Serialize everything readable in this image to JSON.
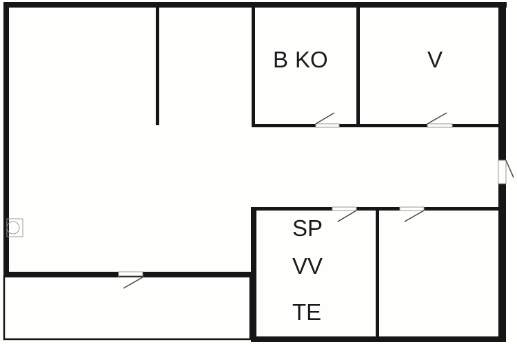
{
  "floor_plan": {
    "rooms": {
      "bedroom_a_label_overlay": "B",
      "bedroom_a_label": "KO",
      "room_v_label": "V",
      "bath_labels": [
        "SP",
        "VV",
        "TE"
      ]
    },
    "colors": {
      "wall": "#161616",
      "background": "#fefefd",
      "door": "#444444"
    }
  }
}
